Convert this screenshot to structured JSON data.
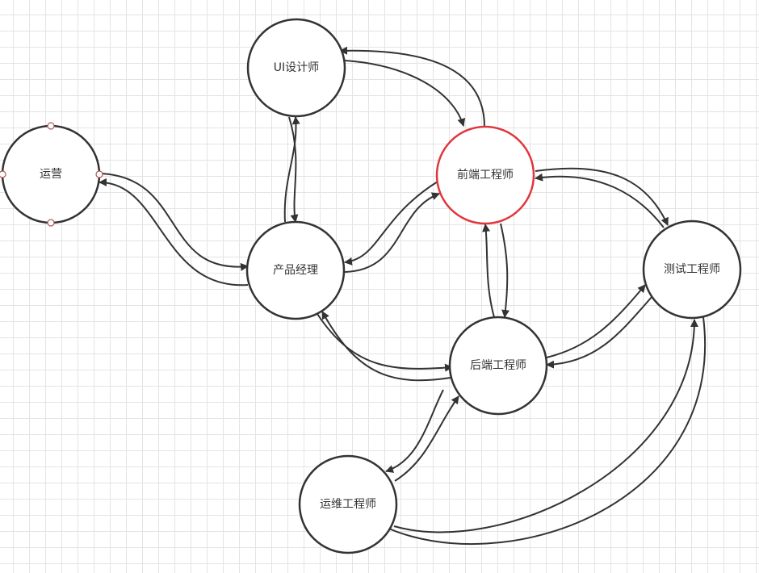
{
  "diagram": {
    "nodes": [
      {
        "id": "ops",
        "label": "运营",
        "selected": false,
        "handles": true
      },
      {
        "id": "ui",
        "label": "UI设计师",
        "selected": false,
        "handles": false
      },
      {
        "id": "fe",
        "label": "前端工程师",
        "selected": true,
        "handles": false
      },
      {
        "id": "pm",
        "label": "产品经理",
        "selected": false,
        "handles": false
      },
      {
        "id": "test",
        "label": "测试工程师",
        "selected": false,
        "handles": false
      },
      {
        "id": "be",
        "label": "后端工程师",
        "selected": false,
        "handles": false
      },
      {
        "id": "devops",
        "label": "运维工程师",
        "selected": false,
        "handles": false
      }
    ],
    "edges": [
      {
        "from": "pm",
        "to": "ops"
      },
      {
        "from": "ops",
        "to": "pm"
      },
      {
        "from": "pm",
        "to": "ui"
      },
      {
        "from": "ui",
        "to": "pm"
      },
      {
        "from": "ui",
        "to": "fe"
      },
      {
        "from": "fe",
        "to": "ui"
      },
      {
        "from": "fe",
        "to": "pm"
      },
      {
        "from": "pm",
        "to": "fe"
      },
      {
        "from": "fe",
        "to": "be"
      },
      {
        "from": "be",
        "to": "fe"
      },
      {
        "from": "fe",
        "to": "test"
      },
      {
        "from": "test",
        "to": "fe"
      },
      {
        "from": "pm",
        "to": "be"
      },
      {
        "from": "be",
        "to": "pm"
      },
      {
        "from": "be",
        "to": "test"
      },
      {
        "from": "test",
        "to": "be"
      },
      {
        "from": "be",
        "to": "devops"
      },
      {
        "from": "devops",
        "to": "be"
      },
      {
        "from": "devops",
        "to": "test"
      },
      {
        "from": "test",
        "to": "devops"
      }
    ]
  },
  "colors": {
    "stroke": "#333333",
    "selected_stroke": "#e0373d",
    "handle_stroke": "#b2555a",
    "grid": "#e4e4e4"
  }
}
